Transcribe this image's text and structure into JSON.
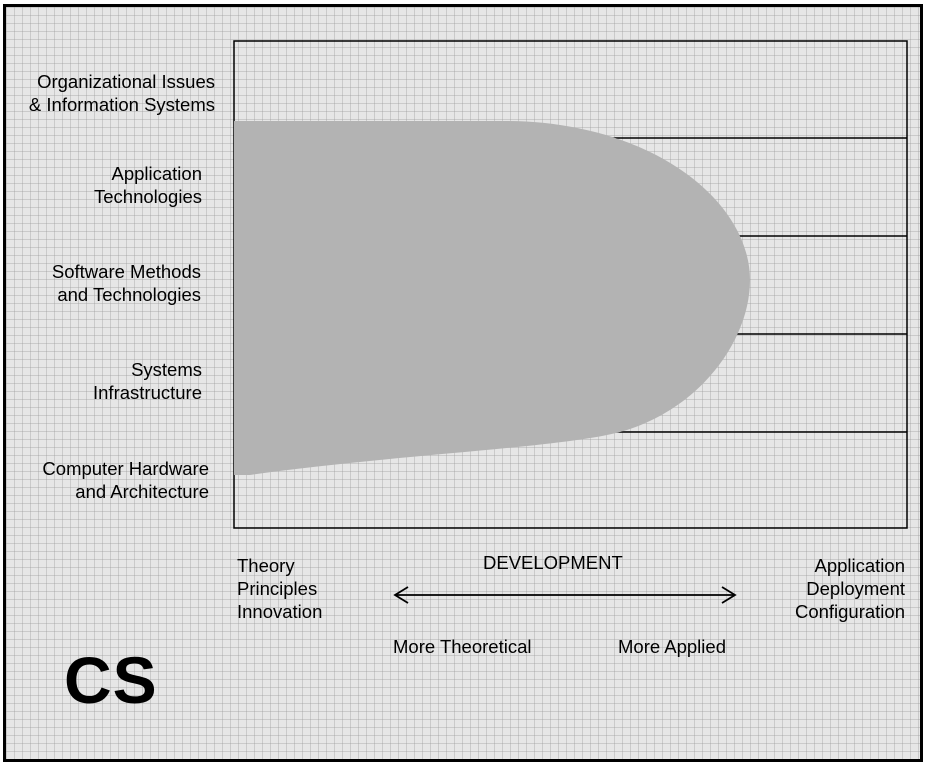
{
  "rows": [
    {
      "label": "Organizational Issues\n& Information Systems"
    },
    {
      "label": "Application\nTechnologies"
    },
    {
      "label": "Software Methods\nand Technologies"
    },
    {
      "label": "Systems\nInfrastructure"
    },
    {
      "label": "Computer Hardware\nand Architecture"
    }
  ],
  "axis": {
    "left_label": "Theory\nPrinciples\nInnovation",
    "center_label": "DEVELOPMENT",
    "right_label": "Application\nDeployment\nConfiguration",
    "left_hint": "More Theoretical",
    "right_hint": "More Applied"
  },
  "logo": "CS",
  "colors": {
    "background": "#e6e6e6",
    "region_fill": "#b3b3b3",
    "line": "#000000"
  }
}
